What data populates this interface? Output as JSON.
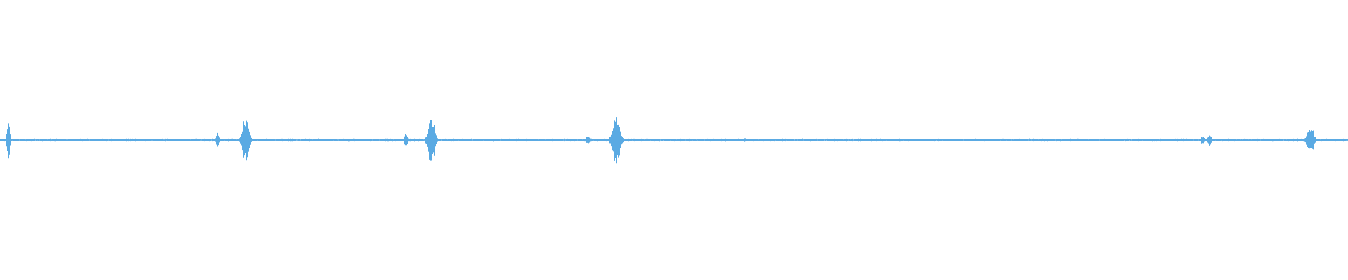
{
  "waveform": {
    "color": "#5aaae3",
    "background": "#ffffff",
    "baseline_amplitude": 0.012,
    "events": [
      {
        "time": 0.006,
        "amplitude": 0.19,
        "spread": 0.0012
      },
      {
        "time": 0.161,
        "amplitude": 0.06,
        "spread": 0.0015
      },
      {
        "time": 0.182,
        "amplitude": 0.2,
        "spread": 0.003
      },
      {
        "time": 0.301,
        "amplitude": 0.06,
        "spread": 0.0015
      },
      {
        "time": 0.32,
        "amplitude": 0.21,
        "spread": 0.003
      },
      {
        "time": 0.436,
        "amplitude": 0.03,
        "spread": 0.003
      },
      {
        "time": 0.457,
        "amplitude": 0.2,
        "spread": 0.0035
      },
      {
        "time": 0.552,
        "amplitude": 0.02,
        "spread": 0.0015
      },
      {
        "time": 0.892,
        "amplitude": 0.03,
        "spread": 0.002
      },
      {
        "time": 0.897,
        "amplitude": 0.04,
        "spread": 0.0025
      },
      {
        "time": 0.972,
        "amplitude": 0.12,
        "spread": 0.003
      }
    ]
  }
}
